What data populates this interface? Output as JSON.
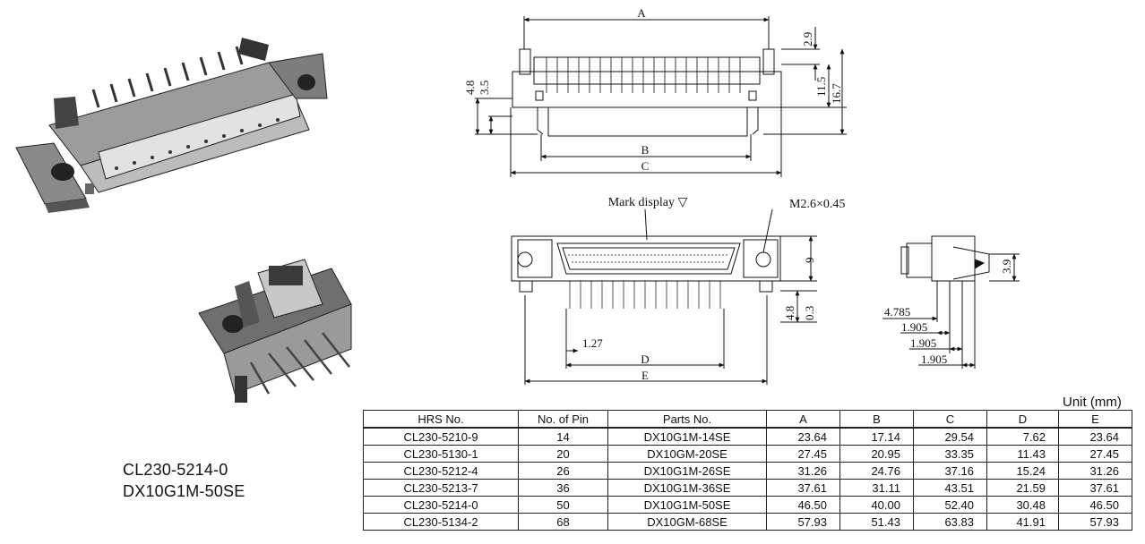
{
  "annotations": {
    "dim_a": "A",
    "dim_b": "B",
    "dim_c": "C",
    "dim_d": "D",
    "dim_e": "E",
    "dim_2_9": "2.9",
    "dim_11_5": "11.5",
    "dim_16_7": "16.7",
    "dim_4_8_top": "4.8",
    "dim_3_5": "3.5",
    "mark_display": "Mark display ▽",
    "screw": "M2.6×0.45",
    "dim_9": "9",
    "dim_4_8_bottom": "4.8",
    "dim_0_3": "0.3",
    "dim_1_27": "1.27",
    "dim_3_9": "3.9",
    "dim_4_785": "4.785",
    "dim_1_905_a": "1.905",
    "dim_1_905_b": "1.905",
    "dim_1_905_c": "1.905"
  },
  "captions": {
    "part_number": "CL230-5214-0",
    "product": "DX10G1M-50SE"
  },
  "table": {
    "unit": "Unit (mm)",
    "headers": [
      "HRS No.",
      "No. of Pin",
      "Parts No.",
      "A",
      "B",
      "C",
      "D",
      "E"
    ],
    "rows": [
      [
        "CL230-5210-9",
        "14",
        "DX10G1M-14SE",
        "23.64",
        "17.14",
        "29.54",
        "7.62",
        "23.64"
      ],
      [
        "CL230-5130-1",
        "20",
        "DX10GM-20SE",
        "27.45",
        "20.95",
        "33.35",
        "11.43",
        "27.45"
      ],
      [
        "CL230-5212-4",
        "26",
        "DX10G1M-26SE",
        "31.26",
        "24.76",
        "37.16",
        "15.24",
        "31.26"
      ],
      [
        "CL230-5213-7",
        "36",
        "DX10G1M-36SE",
        "37.61",
        "31.11",
        "43.51",
        "21.59",
        "37.61"
      ],
      [
        "CL230-5214-0",
        "50",
        "DX10G1M-50SE",
        "46.50",
        "40.00",
        "52.40",
        "30.48",
        "46.50"
      ],
      [
        "CL230-5134-2",
        "68",
        "DX10GM-68SE",
        "57.93",
        "51.43",
        "63.83",
        "41.91",
        "57.93"
      ]
    ]
  }
}
